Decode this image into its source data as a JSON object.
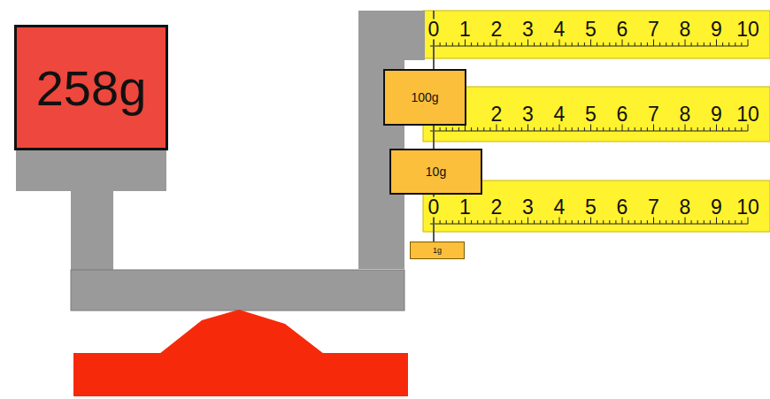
{
  "diagram": {
    "nodes": [
      {
        "text": [
          "258g"
        ]
      },
      {
        "text": [
          "100g"
        ]
      },
      {
        "text": [
          "10g"
        ]
      },
      {
        "text": [
          "1g"
        ]
      }
    ],
    "labels": [
      "0",
      "1",
      "2",
      "3",
      "4",
      "5",
      "6",
      "7",
      "8",
      "9",
      "10",
      "2",
      "3",
      "4",
      "5",
      "6",
      "7",
      "8",
      "9",
      "10",
      "0",
      "1",
      "2",
      "3",
      "4",
      "5",
      "6",
      "7",
      "8",
      "9",
      "10"
    ]
  }
}
